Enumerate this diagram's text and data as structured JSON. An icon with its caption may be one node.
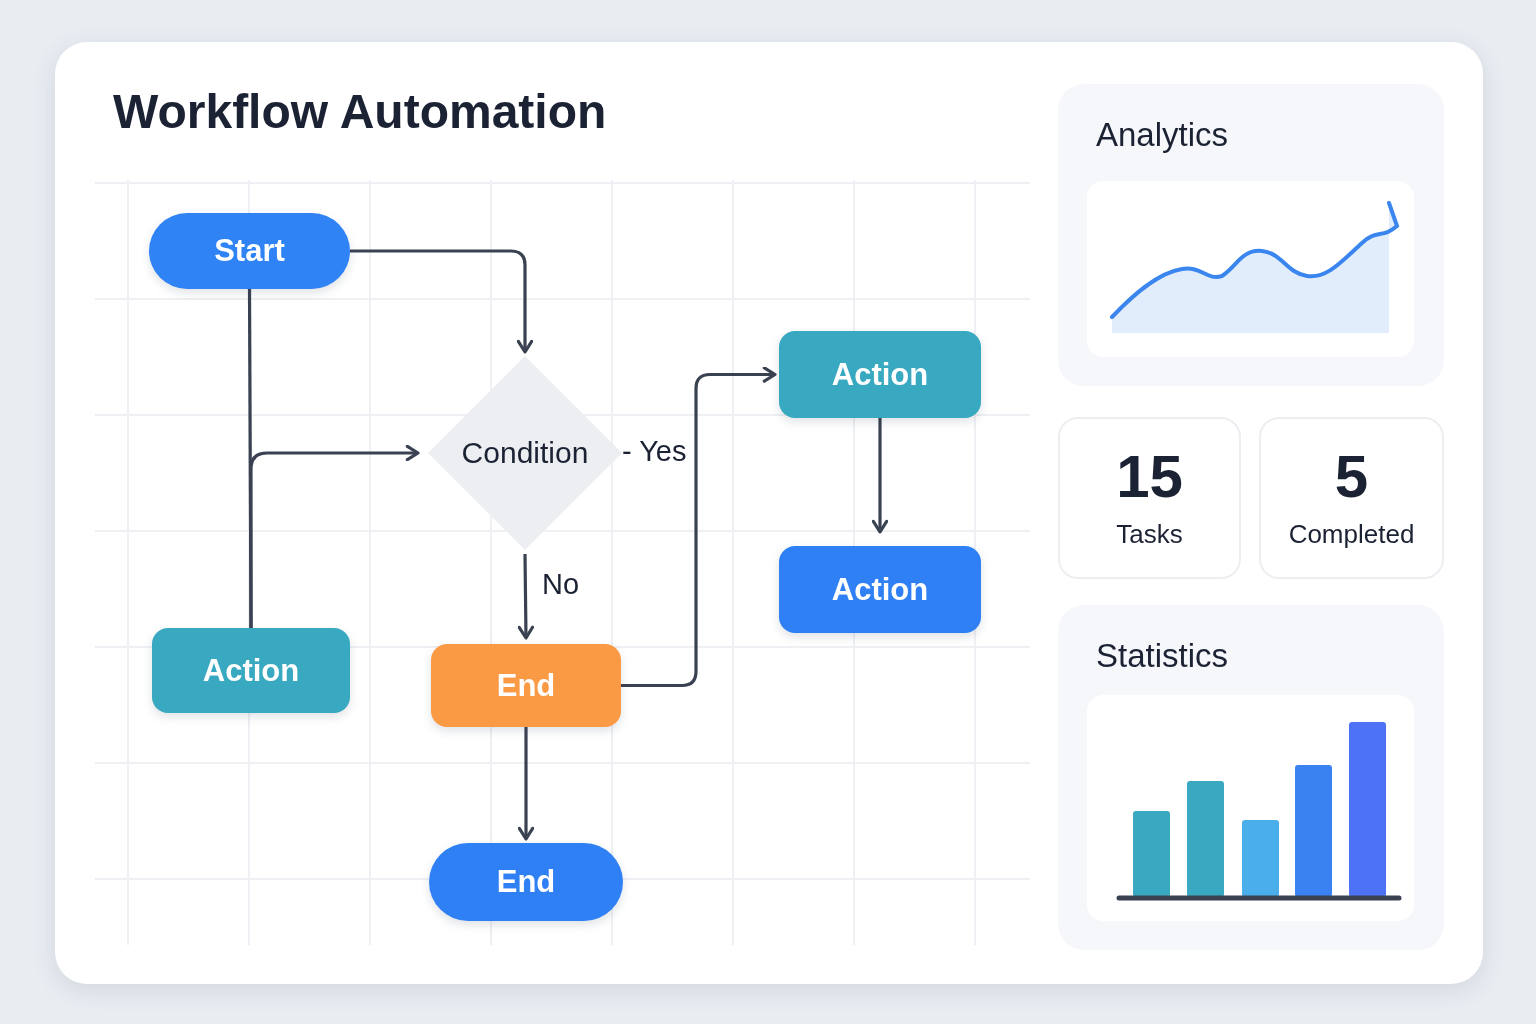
{
  "diagram": {
    "title": "Workflow Automation",
    "nodes": [
      {
        "text": [
          "Start"
        ]
      },
      {
        "text": [
          "Condition"
        ]
      },
      {
        "text": [
          "Action"
        ]
      },
      {
        "text": [
          "End"
        ]
      },
      {
        "text": [
          "End"
        ]
      },
      {
        "text": [
          "Action"
        ]
      },
      {
        "text": [
          "Action"
        ]
      },
      {
        "text": [
          "Analytics"
        ]
      },
      {
        "text": [
          "15",
          "Tasks"
        ]
      },
      {
        "text": [
          "5",
          "Completed"
        ]
      },
      {
        "text": [
          "Statistics"
        ]
      }
    ],
    "edges": [
      {
        "from": 0,
        "to": 1,
        "arrow": "to"
      },
      {
        "from": 0,
        "to": 2,
        "arrow": "none"
      },
      {
        "from": 2,
        "to": 1,
        "arrow": "to"
      },
      {
        "from": 1,
        "to": 3,
        "arrow": "to",
        "label": "No"
      },
      {
        "from": 3,
        "to": 5,
        "arrow": "to"
      },
      {
        "from": 5,
        "to": 6,
        "arrow": "to"
      },
      {
        "from": 3,
        "to": 4,
        "arrow": "to"
      }
    ],
    "labels": [
      "- Yes"
    ]
  }
}
